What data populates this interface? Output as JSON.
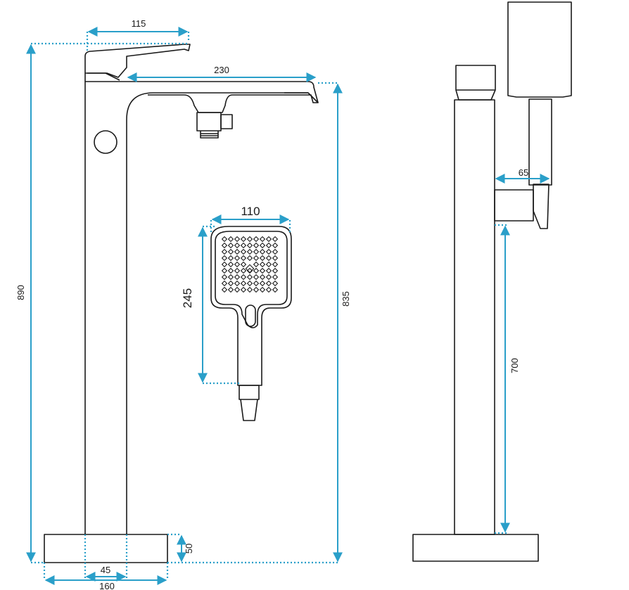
{
  "dimensions": {
    "lever_width": "115",
    "spout_length": "230",
    "total_height": "890",
    "spout_height": "835",
    "base_height": "50",
    "column_width": "45",
    "base_width": "160",
    "handshower_width": "110",
    "handshower_height": "245",
    "holder_offset": "65",
    "holder_height": "700"
  },
  "colors": {
    "dimension_line": "#2a9fc9",
    "outline": "#1a1a1a",
    "background": "#ffffff"
  }
}
